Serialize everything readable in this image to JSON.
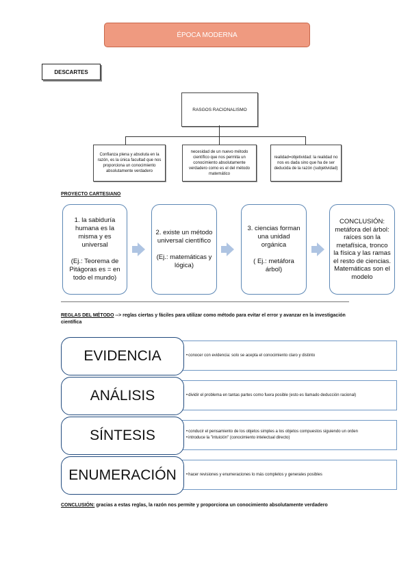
{
  "title": "ÉPOCA MODERNA",
  "author_box": "DESCARTES",
  "tree": {
    "root": "RASGOS RACIONALISMO",
    "children": [
      "Confianza plena y absoluta en la razón, es la única facultad que nos proporciona un conocimiento absolutamente verdadero",
      "necesidad de un nuevo método científico que nos permita un conocimiento absolutamente verdadero como es el del método matemático",
      "realidad=objetividad: la realidad no nos es dada sino que ha de ser deducida de la razón (subjetividad)"
    ]
  },
  "proyecto": {
    "heading": "PROYECTO CARTESIANO",
    "boxes": [
      {
        "main": "1. la sabiduría humana es la misma y es universal",
        "example": "(Ej.: Teorema de Pitágoras es = en todo el mundo)"
      },
      {
        "main": "2. existe un método universal científico",
        "example": "(Ej.: matemáticas y lógica)"
      },
      {
        "main": "3. ciencias forman una unidad orgánica",
        "example": "( Ej.: metáfora árbol)"
      },
      {
        "main": "CONCLUSIÓN: metáfora del árbol: raíces son la metafísica, tronco la física y las ramas el resto de ciencias. Matemáticas son el modelo",
        "example": ""
      }
    ]
  },
  "reglas": {
    "heading": "REGLAS DEL MÉTODO",
    "intro": " --> reglas ciertas y fáciles para utilizar como método para evitar el error y avanzar en la investigación científica",
    "items": [
      {
        "name": "EVIDENCIA",
        "bullets": [
          "conocer con evidencia: solo se acepta el conocimiento claro y distinto"
        ]
      },
      {
        "name": "ANÁLISIS",
        "bullets": [
          "dividir el problema en tantas partes como fuera posible (esto es llamado deducción racional)"
        ]
      },
      {
        "name": "SÍNTESIS",
        "bullets": [
          "conducir el pensamiento de los objetos simples a los objetos compuestos siguiendo un orden",
          "introduce la \"intuición\" (conocimiento intelectual directo)"
        ]
      },
      {
        "name": "ENUMERACIÓN",
        "bullets": [
          "hacer revisiones y enumeraciones lo más completos y generales posibles"
        ]
      }
    ]
  },
  "conclusion": {
    "label": "CONCLUSIÓN:",
    "text": " gracias a estas reglas, la razón nos permite y proporciona un conocimiento absolutamente verdadero"
  }
}
